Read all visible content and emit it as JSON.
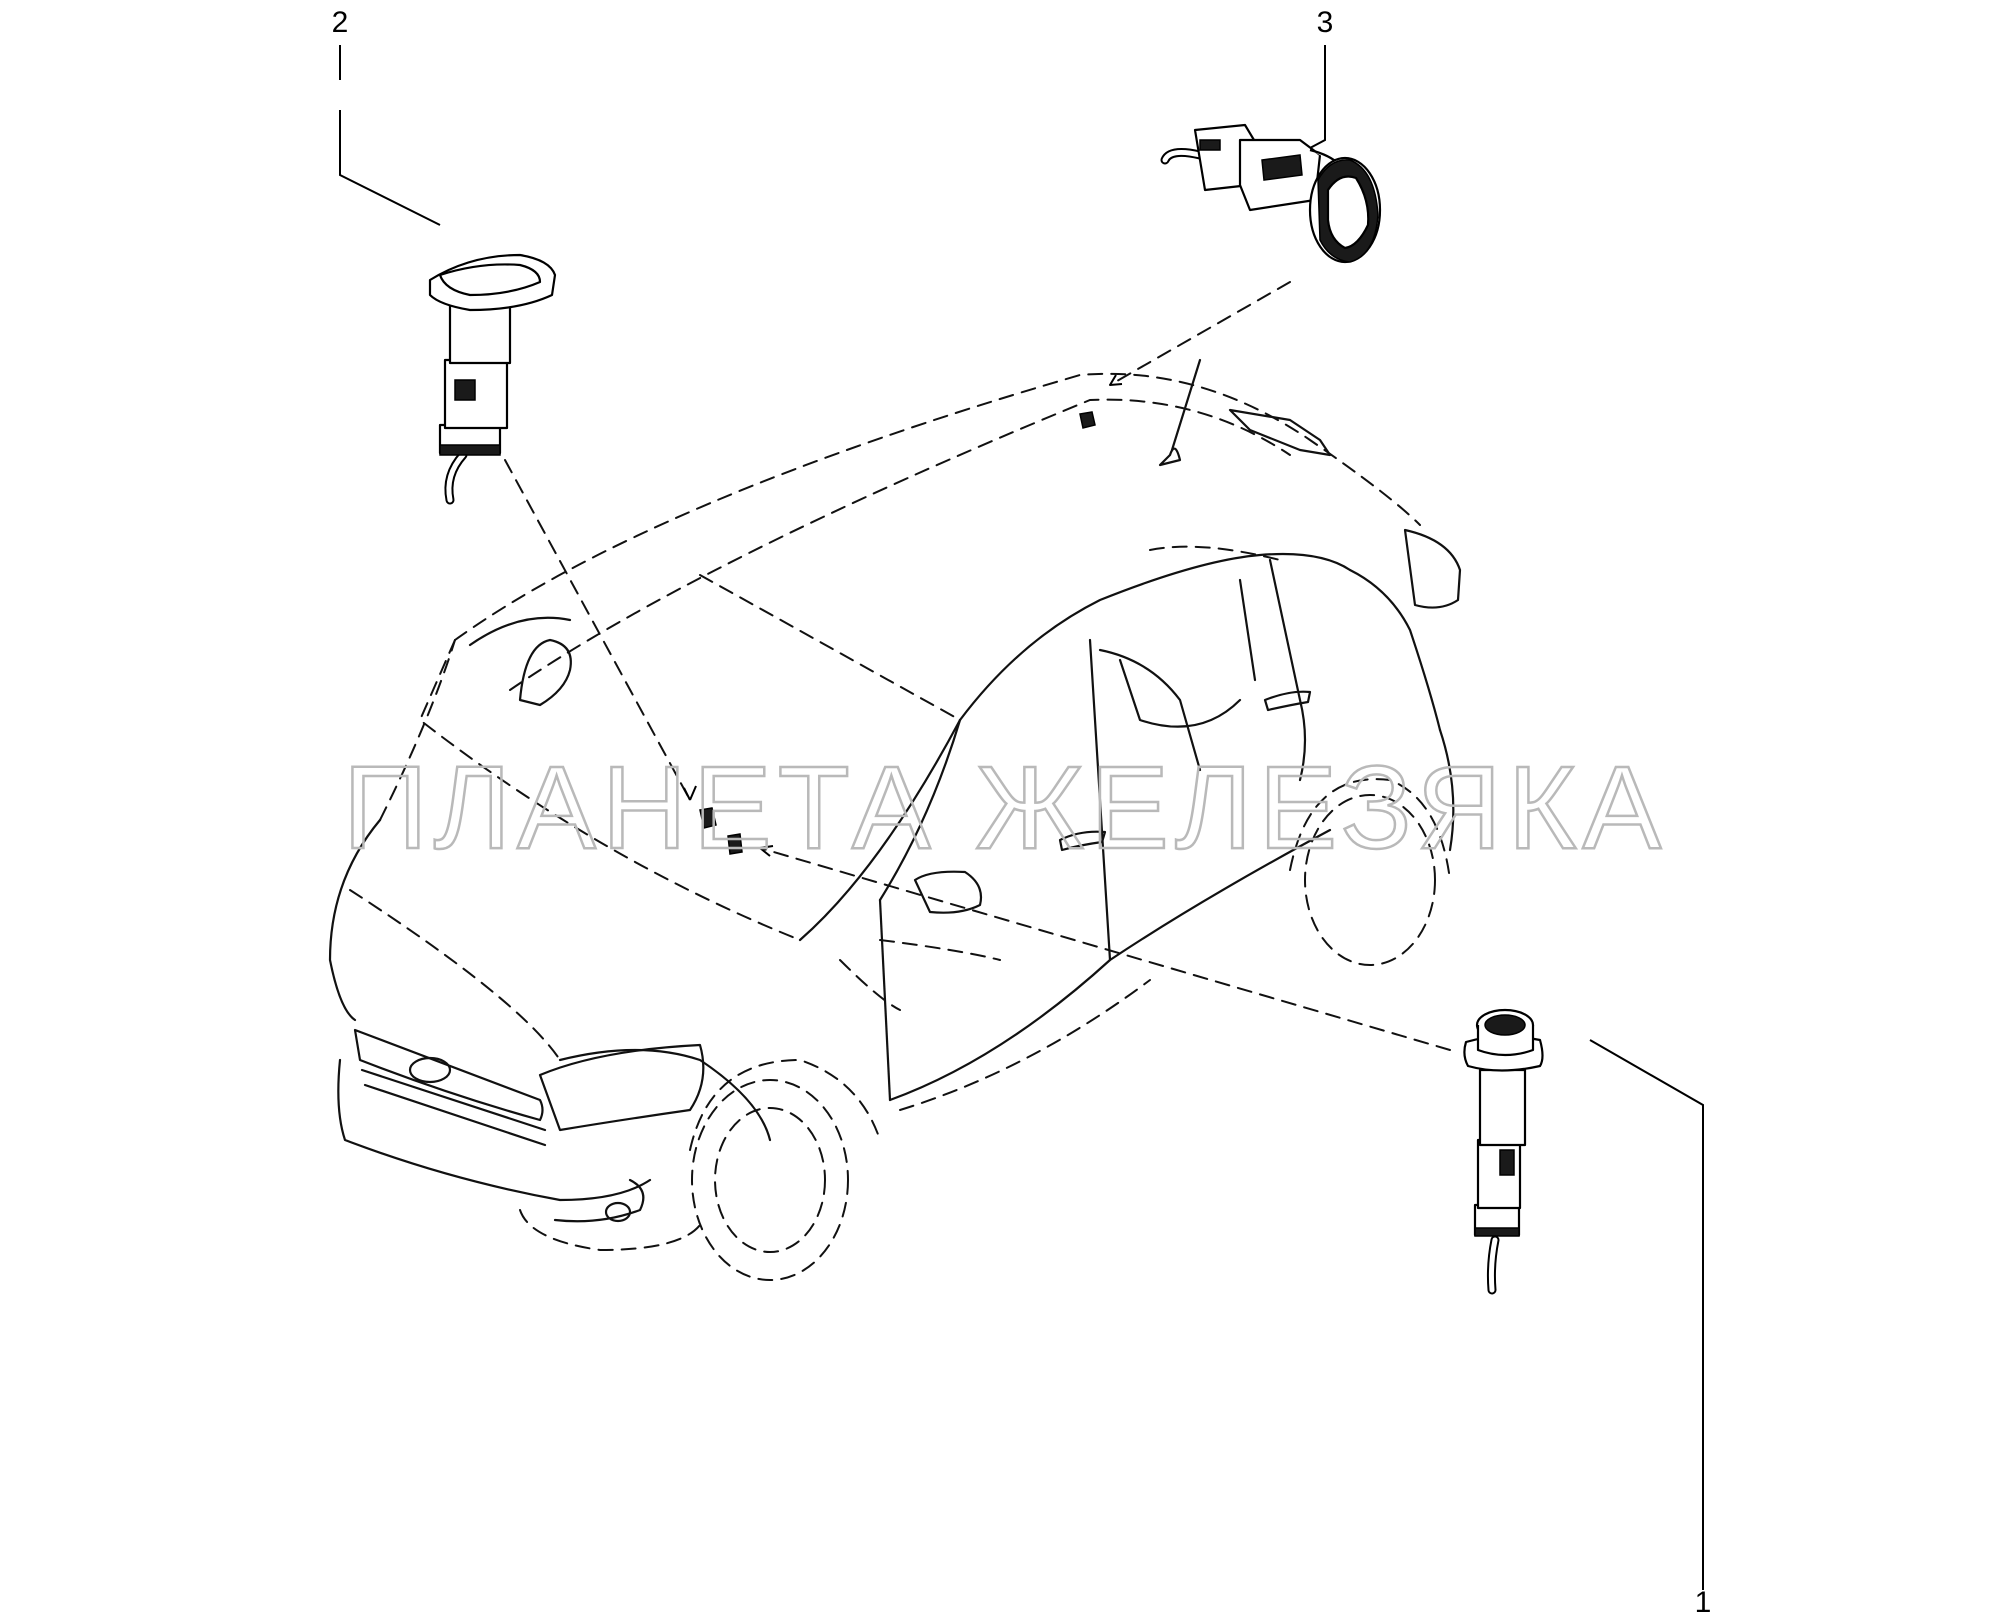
{
  "watermark": "ПЛАНЕТА ЖЕЛЕЗЯКА",
  "callouts": {
    "part_1": "1",
    "part_2": "2",
    "part_3": "3"
  },
  "icons": [
    "car-outline",
    "socket-part-1",
    "switch-part-2",
    "socket-part-3"
  ]
}
